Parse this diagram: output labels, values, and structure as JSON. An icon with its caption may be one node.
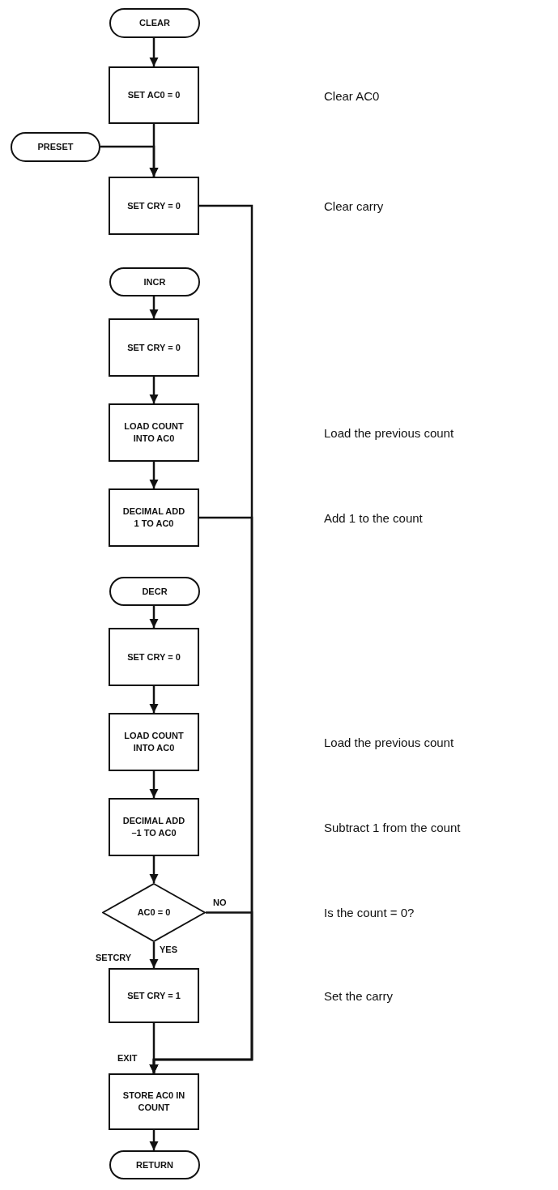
{
  "diagram": {
    "nodes": [
      {
        "text": [
          "CLEAR"
        ]
      },
      {
        "text": [
          "SET AC0 = 0"
        ]
      },
      {
        "text": [
          "PRESET"
        ]
      },
      {
        "text": [
          "SET CRY = 0"
        ]
      },
      {
        "text": [
          "INCR"
        ]
      },
      {
        "text": [
          "SET CRY = 0"
        ]
      },
      {
        "text": [
          "LOAD COUNT INTO AC0"
        ]
      },
      {
        "text": [
          "DECIMAL ADD 1 TO AC0"
        ]
      },
      {
        "text": [
          "DECR"
        ]
      },
      {
        "text": [
          "SET CRY = 0"
        ]
      },
      {
        "text": [
          "LOAD COUNT INTO AC0"
        ]
      },
      {
        "text": [
          "DECIMAL ADD –1 TO AC0"
        ]
      },
      {
        "text": [
          "AC0 = 0"
        ]
      },
      {
        "text": [
          "SET CRY = 1"
        ],
        "beside": [
          "SETCRY"
        ]
      },
      {
        "text": [
          "STORE AC0 IN COUNT"
        ]
      },
      {
        "text": [
          "RETURN"
        ]
      }
    ],
    "edges": [
      {
        "from": 0,
        "to": 1,
        "arrow": "to"
      },
      {
        "from": 1,
        "to": 3,
        "arrow": "to"
      },
      {
        "from": 2,
        "to": 3,
        "arrow": "to"
      },
      {
        "from": 3,
        "to": 14,
        "arrow": "to"
      },
      {
        "from": 4,
        "to": 5,
        "arrow": "to"
      },
      {
        "from": 5,
        "to": 6,
        "arrow": "to"
      },
      {
        "from": 6,
        "to": 7,
        "arrow": "to"
      },
      {
        "from": 7,
        "to": 14,
        "arrow": "to"
      },
      {
        "from": 8,
        "to": 9,
        "arrow": "to"
      },
      {
        "from": 9,
        "to": 10,
        "arrow": "to"
      },
      {
        "from": 10,
        "to": 11,
        "arrow": "to"
      },
      {
        "from": 11,
        "to": 12,
        "arrow": "to"
      },
      {
        "from": 12,
        "to": 14,
        "arrow": "to",
        "label": "NO"
      },
      {
        "from": 12,
        "to": 13,
        "arrow": "to",
        "label": "YES"
      },
      {
        "from": 13,
        "to": 14,
        "arrow": "to"
      },
      {
        "from": 14,
        "to": 15,
        "arrow": "to"
      }
    ],
    "labels": [
      "Clear AC0",
      "Clear carry",
      "Load the previous count",
      "Add 1 to the count",
      "Load the previous count",
      "Subtract 1 from the count",
      "Is the count = 0?",
      "Set the carry",
      "EXIT"
    ]
  }
}
